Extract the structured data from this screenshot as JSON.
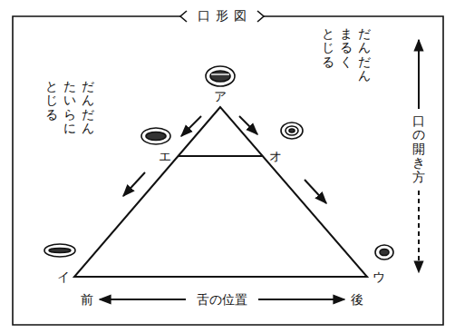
{
  "diagram": {
    "title": "口形図",
    "labels": [
      "だんだん",
      "たいらに",
      "とじる",
      "だんだん",
      "まるく",
      "とじる",
      "ア",
      "エ",
      "オ",
      "イ",
      "ウ",
      "口の開き方",
      "前",
      "舌の位置",
      "後"
    ]
  }
}
